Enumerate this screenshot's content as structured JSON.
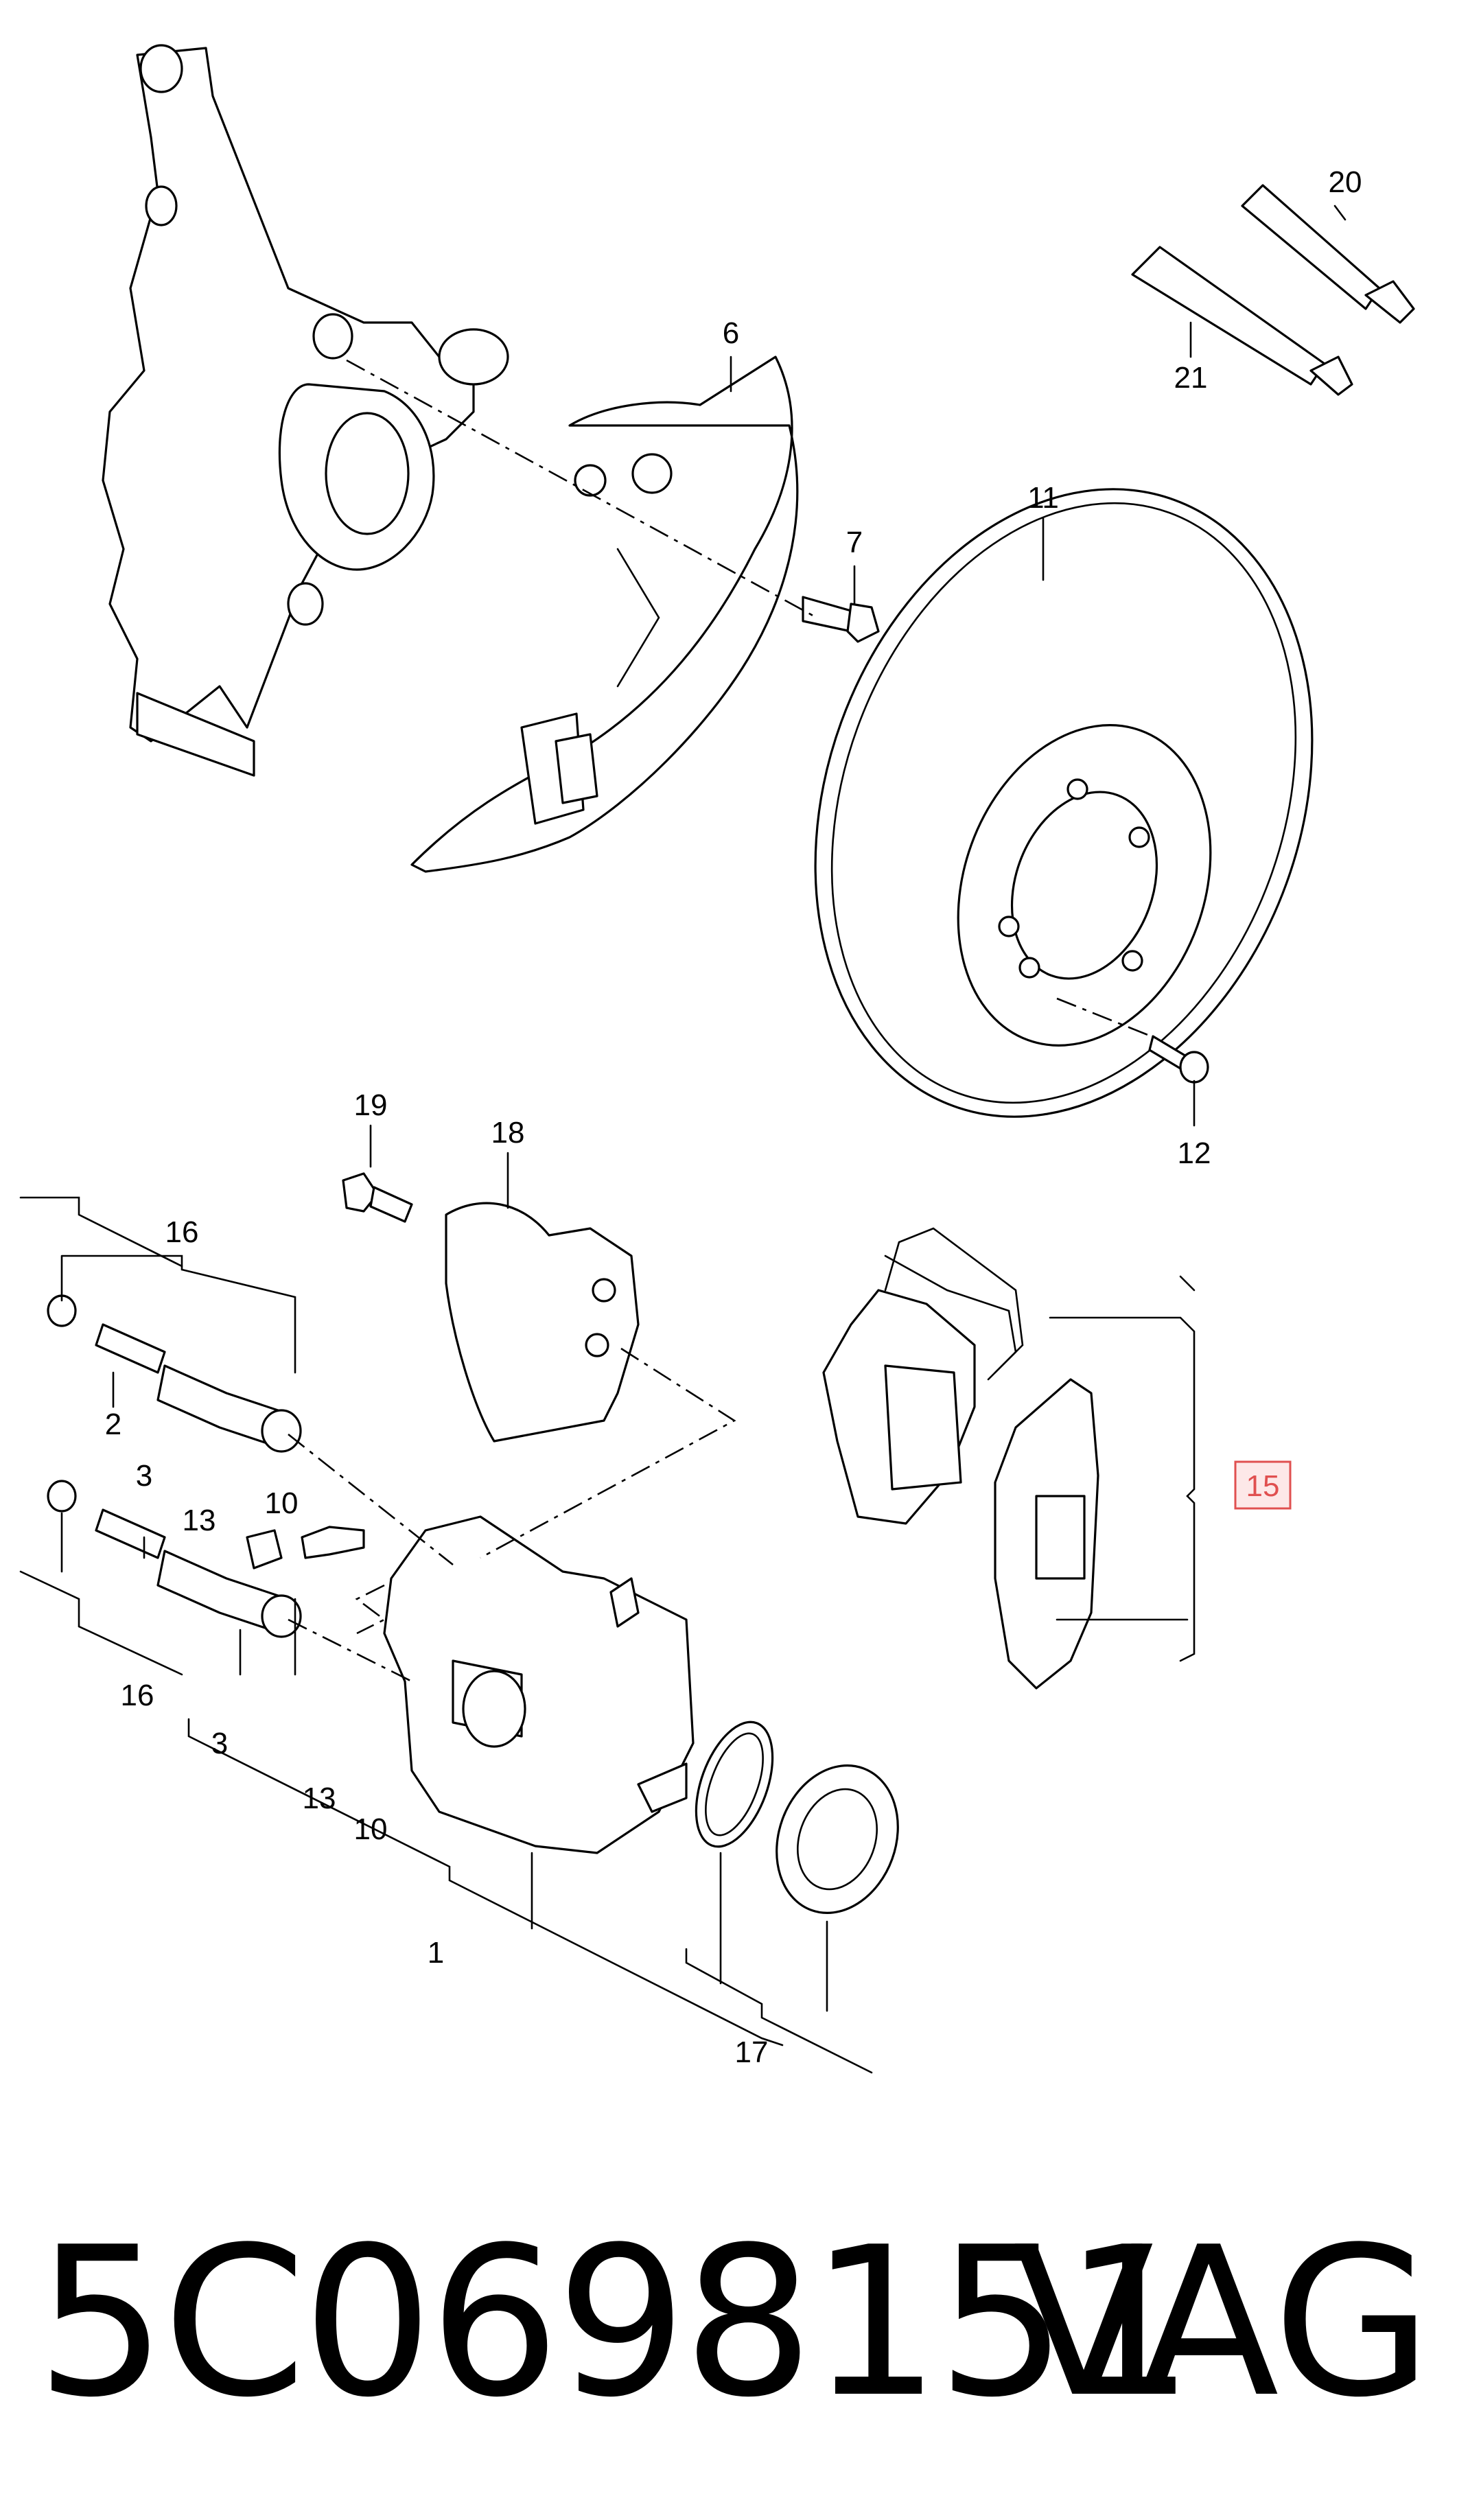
{
  "callouts": {
    "c1": "1",
    "c2": "2",
    "c3": "3",
    "c3b": "3",
    "c6": "6",
    "c7": "7",
    "c10": "10",
    "c10b": "10",
    "c11": "11",
    "c12": "12",
    "c13": "13",
    "c13b": "13",
    "c15": "15",
    "c16": "16",
    "c16b": "16",
    "c17": "17",
    "c18": "18",
    "c19": "19",
    "c20": "20",
    "c21": "21"
  },
  "highlight_color": "#e05050",
  "footer": {
    "part_number": "5C0698151",
    "brand": "VAG"
  }
}
